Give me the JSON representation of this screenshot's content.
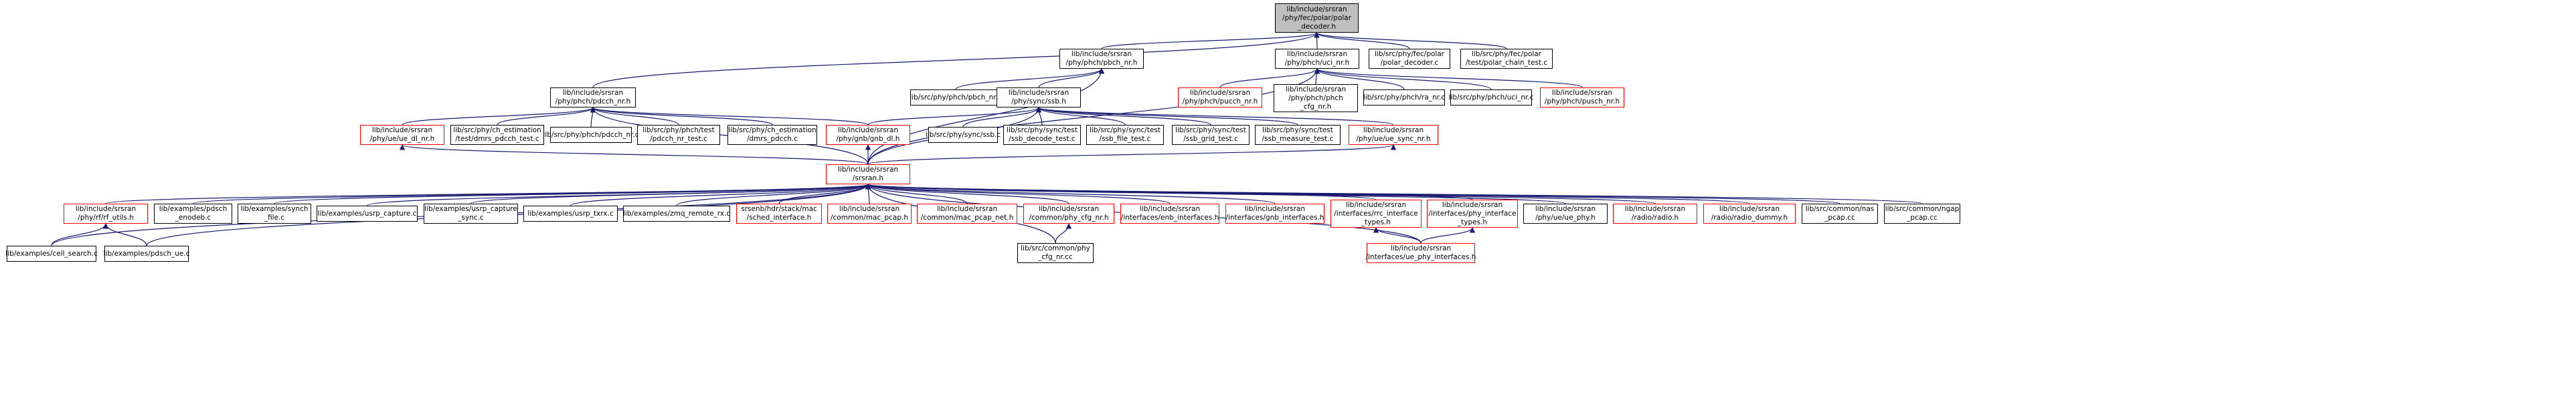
{
  "title": "",
  "colors": {
    "edge": "#191970",
    "node_border": "#000000",
    "node_border_incomplete": "#ff0000",
    "root_fill": "#bfbfbf"
  },
  "nodes": {
    "root": "lib/include/srsran\n/phy/fec/polar/polar\n_decoder.h",
    "pbch_nr_h": "lib/include/srsran\n/phy/phch/pbch_nr.h",
    "uci_nr_h": "lib/include/srsran\n/phy/phch/uci_nr.h",
    "polar_decoder_c": "lib/src/phy/fec/polar\n/polar_decoder.c",
    "polar_chain_test_c": "lib/src/phy/fec/polar\n/test/polar_chain_test.c",
    "pdcch_nr_h": "lib/include/srsran\n/phy/phch/pdcch_nr.h",
    "pbch_nr_c": "lib/src/phy/phch/pbch_nr.c",
    "ssb_h": "lib/include/srsran\n/phy/sync/ssb.h",
    "pucch_nr_h": "lib/include/srsran\n/phy/phch/pucch_nr.h",
    "phch_cfg_nr_h": "lib/include/srsran\n/phy/phch/phch\n_cfg_nr.h",
    "ra_nr_c": "lib/src/phy/phch/ra_nr.c",
    "uci_nr_c": "lib/src/phy/phch/uci_nr.c",
    "pusch_nr_h": "lib/include/srsran\n/phy/phch/pusch_nr.h",
    "ue_dl_nr_h": "lib/include/srsran\n/phy/ue/ue_dl_nr.h",
    "dmrs_pdcch_test_c": "lib/src/phy/ch_estimation\n/test/dmrs_pdcch_test.c",
    "pdcch_nr_c": "lib/src/phy/phch/pdcch_nr.c",
    "pdcch_nr_test_c": "lib/src/phy/phch/test\n/pdcch_nr_test.c",
    "dmrs_pdcch_c": "lib/src/phy/ch_estimation\n/dmrs_pdcch.c",
    "gnb_dl_h": "lib/include/srsran\n/phy/gnb/gnb_dl.h",
    "ssb_c": "lib/src/phy/sync/ssb.c",
    "ssb_decode_test_c": "lib/src/phy/sync/test\n/ssb_decode_test.c",
    "ssb_file_test_c": "lib/src/phy/sync/test\n/ssb_file_test.c",
    "ssb_grid_test_c": "lib/src/phy/sync/test\n/ssb_grid_test.c",
    "ssb_measure_test_c": "lib/src/phy/sync/test\n/ssb_measure_test.c",
    "ue_sync_nr_h": "lib/include/srsran\n/phy/ue/ue_sync_nr.h",
    "srsran_h": "lib/include/srsran\n/srsran.h",
    "rf_utils_h": "lib/include/srsran\n/phy/rf/rf_utils.h",
    "pdsch_enodeb_c": "lib/examples/pdsch\n_enodeb.c",
    "synch_file_c": "lib/examples/synch\n_file.c",
    "usrp_capture_c": "lib/examples/usrp_capture.c",
    "usrp_capture_sync_c": "lib/examples/usrp_capture\n_sync.c",
    "usrp_txrx_c": "lib/examples/usrp_txrx.c",
    "zmq_remote_rx_c": "lib/examples/zmq_remote_rx.c",
    "sched_interface_h": "srsenb/hdr/stack/mac\n/sched_interface.h",
    "mac_pcap_h": "lib/include/srsran\n/common/mac_pcap.h",
    "mac_pcap_net_h": "lib/include/srsran\n/common/mac_pcap_net.h",
    "phy_cfg_nr_h": "lib/include/srsran\n/common/phy_cfg_nr.h",
    "enb_interfaces_h": "lib/include/srsran\n/interfaces/enb_interfaces.h",
    "gnb_interfaces_h": "lib/include/srsran\n/interfaces/gnb_interfaces.h",
    "rrc_interface_types_h": "lib/include/srsran\n/interfaces/rrc_interface\n_types.h",
    "phy_interface_types_h": "lib/include/srsran\n/interfaces/phy_interface\n_types.h",
    "ue_phy_h": "lib/include/srsran\n/phy/ue/ue_phy.h",
    "radio_h": "lib/include/srsran\n/radio/radio.h",
    "radio_dummy_h": "lib/include/srsran\n/radio/radio_dummy.h",
    "nas_pcap_cc": "lib/src/common/nas\n_pcap.cc",
    "ngap_pcap_cc": "lib/src/common/ngap\n_pcap.cc",
    "cell_search_c": "lib/examples/cell_search.c",
    "pdsch_ue_c": "lib/examples/pdsch_ue.c",
    "phy_cfg_nr_cc": "lib/src/common/phy\n_cfg_nr.cc",
    "ue_phy_interfaces_h": "lib/include/srsran\n/interfaces/ue_phy_interfaces.h"
  }
}
